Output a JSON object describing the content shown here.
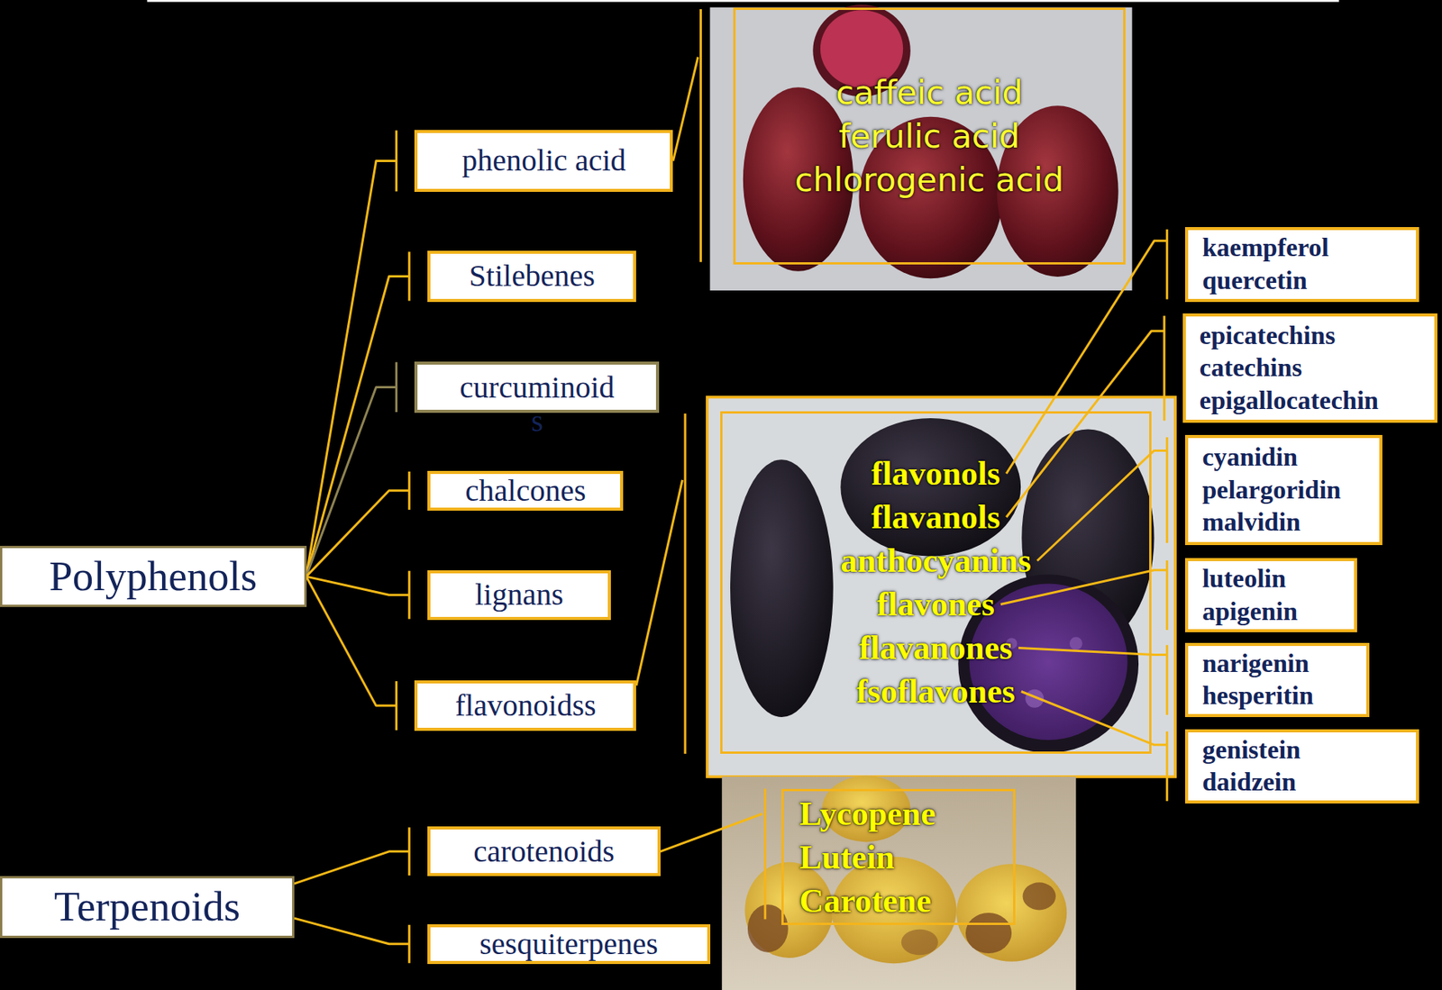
{
  "diagram": {
    "nodes": [
      {
        "text": [
          "Polyphenols"
        ]
      },
      {
        "text": [
          "Terpenoids"
        ]
      },
      {
        "text": [
          "phenolic acid"
        ]
      },
      {
        "text": [
          "Stilebenes"
        ]
      },
      {
        "text": [
          "curcuminoid s"
        ]
      },
      {
        "text": [
          "chalcones"
        ]
      },
      {
        "text": [
          "lignans"
        ]
      },
      {
        "text": [
          "flavonoidss"
        ]
      },
      {
        "text": [
          "carotenoids"
        ]
      },
      {
        "text": [
          "sesquiterpenes"
        ]
      },
      {
        "text": [
          "caffeic acid",
          "ferulic acid",
          "chlorogenic acid"
        ]
      },
      {
        "text": [
          "flavonols",
          "flavanols",
          "anthocyanins",
          "flavones",
          "flavanones",
          "fsoflavones"
        ]
      },
      {
        "text": [
          "Lycopene",
          "Lutein",
          "Carotene"
        ]
      },
      {
        "text": [
          "kaempferol",
          "quercetin"
        ]
      },
      {
        "text": [
          "epicatechins",
          "catechins",
          "epigallocatechin"
        ]
      },
      {
        "text": [
          "cyanidin",
          "pelargoridin",
          "malvidin"
        ]
      },
      {
        "text": [
          "luteolin",
          "apigenin"
        ]
      },
      {
        "text": [
          "narigenin",
          "hesperitin"
        ]
      },
      {
        "text": [
          "genistein",
          "daidzein"
        ]
      }
    ],
    "edges": [
      {
        "from": 0,
        "to": 2,
        "arrow": "none"
      },
      {
        "from": 0,
        "to": 3,
        "arrow": "none"
      },
      {
        "from": 0,
        "to": 4,
        "arrow": "none"
      },
      {
        "from": 0,
        "to": 5,
        "arrow": "none"
      },
      {
        "from": 0,
        "to": 6,
        "arrow": "none"
      },
      {
        "from": 0,
        "to": 7,
        "arrow": "none"
      },
      {
        "from": 1,
        "to": 8,
        "arrow": "none"
      },
      {
        "from": 1,
        "to": 9,
        "arrow": "none"
      },
      {
        "from": 2,
        "to": 10,
        "arrow": "none"
      },
      {
        "from": 7,
        "to": 11,
        "arrow": "none"
      },
      {
        "from": 8,
        "to": 12,
        "arrow": "none"
      },
      {
        "from": 11,
        "to": 13,
        "arrow": "none"
      },
      {
        "from": 11,
        "to": 14,
        "arrow": "none"
      },
      {
        "from": 11,
        "to": 15,
        "arrow": "none"
      },
      {
        "from": 11,
        "to": 16,
        "arrow": "none"
      },
      {
        "from": 11,
        "to": 17,
        "arrow": "none"
      },
      {
        "from": 11,
        "to": 18,
        "arrow": "none"
      }
    ]
  }
}
